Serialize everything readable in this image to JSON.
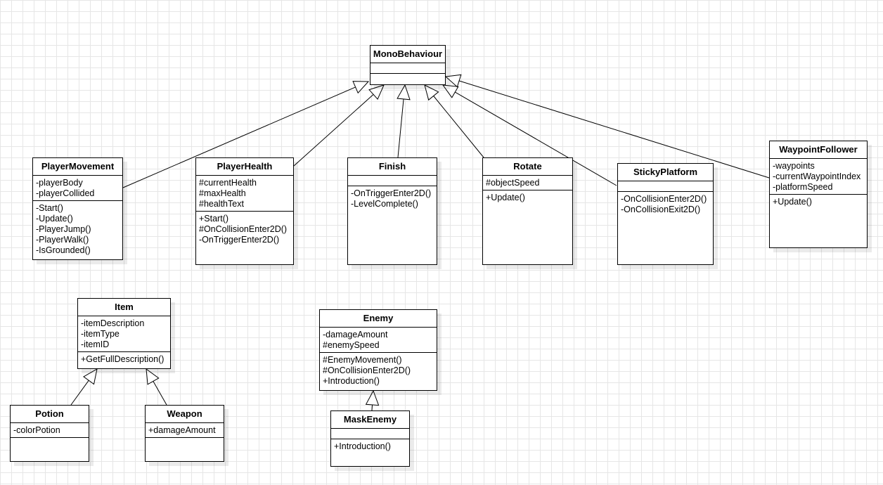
{
  "classes": {
    "mono": {
      "name": "MonoBehaviour",
      "attributes": [],
      "operations": []
    },
    "player_movement": {
      "name": "PlayerMovement",
      "attributes": [
        "-playerBody",
        "-playerCollided"
      ],
      "operations": [
        "-Start()",
        "-Update()",
        "-PlayerJump()",
        "-PlayerWalk()",
        "-IsGrounded()"
      ]
    },
    "player_health": {
      "name": "PlayerHealth",
      "attributes": [
        "#currentHealth",
        "#maxHealth",
        "#healthText"
      ],
      "operations": [
        "+Start()",
        "#OnCollisionEnter2D()",
        "-OnTriggerEnter2D()"
      ]
    },
    "finish": {
      "name": "Finish",
      "attributes": [],
      "operations": [
        "-OnTriggerEnter2D()",
        "-LevelComplete()"
      ]
    },
    "rotate": {
      "name": "Rotate",
      "attributes": [
        "#objectSpeed"
      ],
      "operations": [
        "+Update()"
      ]
    },
    "sticky_platform": {
      "name": "StickyPlatform",
      "attributes": [],
      "operations": [
        "-OnCollisionEnter2D()",
        "-OnCollisionExit2D()"
      ]
    },
    "waypoint_follower": {
      "name": "WaypointFollower",
      "attributes": [
        "-waypoints",
        "-currentWaypointIndex",
        "-platformSpeed"
      ],
      "operations": [
        "+Update()"
      ]
    },
    "item": {
      "name": "Item",
      "attributes": [
        "-itemDescription",
        "-itemType",
        "-itemID"
      ],
      "operations": [
        "+GetFullDescription()"
      ]
    },
    "potion": {
      "name": "Potion",
      "attributes": [
        "-colorPotion"
      ],
      "operations": []
    },
    "weapon": {
      "name": "Weapon",
      "attributes": [
        "+damageAmount"
      ],
      "operations": []
    },
    "enemy": {
      "name": "Enemy",
      "attributes": [
        "-damageAmount",
        "#enemySpeed"
      ],
      "operations": [
        "#EnemyMovement()",
        "#OnCollisionEnter2D()",
        "+Introduction()"
      ]
    },
    "mask_enemy": {
      "name": "MaskEnemy",
      "attributes": [],
      "operations": [
        "+Introduction()"
      ]
    }
  },
  "relationships": [
    {
      "type": "generalization",
      "from": "player_movement",
      "to": "mono"
    },
    {
      "type": "generalization",
      "from": "player_health",
      "to": "mono"
    },
    {
      "type": "generalization",
      "from": "finish",
      "to": "mono"
    },
    {
      "type": "generalization",
      "from": "rotate",
      "to": "mono"
    },
    {
      "type": "generalization",
      "from": "sticky_platform",
      "to": "mono"
    },
    {
      "type": "generalization",
      "from": "waypoint_follower",
      "to": "mono"
    },
    {
      "type": "generalization",
      "from": "potion",
      "to": "item"
    },
    {
      "type": "generalization",
      "from": "weapon",
      "to": "item"
    },
    {
      "type": "generalization",
      "from": "mask_enemy",
      "to": "enemy"
    }
  ]
}
